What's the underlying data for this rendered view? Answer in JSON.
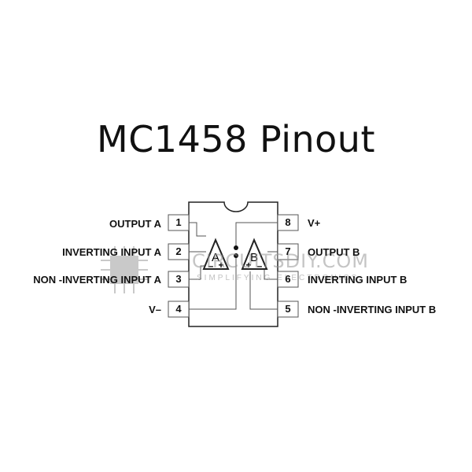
{
  "title": "MC1458 Pinout",
  "pins": {
    "left": [
      {
        "num": "1",
        "label": "OUTPUT A"
      },
      {
        "num": "2",
        "label": "INVERTING INPUT A"
      },
      {
        "num": "3",
        "label": "NON -INVERTING INPUT A"
      },
      {
        "num": "4",
        "label": "V–"
      }
    ],
    "right": [
      {
        "num": "8",
        "label": "V+"
      },
      {
        "num": "7",
        "label": "OUTPUT B"
      },
      {
        "num": "6",
        "label": "INVERTING INPUT B"
      },
      {
        "num": "5",
        "label": "NON -INVERTING INPUT B"
      }
    ]
  },
  "amps": {
    "a": {
      "name": "A",
      "minus": "–",
      "plus": "+"
    },
    "b": {
      "name": "B",
      "minus": "–",
      "plus": "+"
    }
  },
  "watermark": {
    "main": "CIRCUITSDIY.COM",
    "sub": "SIMPLIFYING ELECTRONICS",
    "logo": "chip-logo"
  }
}
